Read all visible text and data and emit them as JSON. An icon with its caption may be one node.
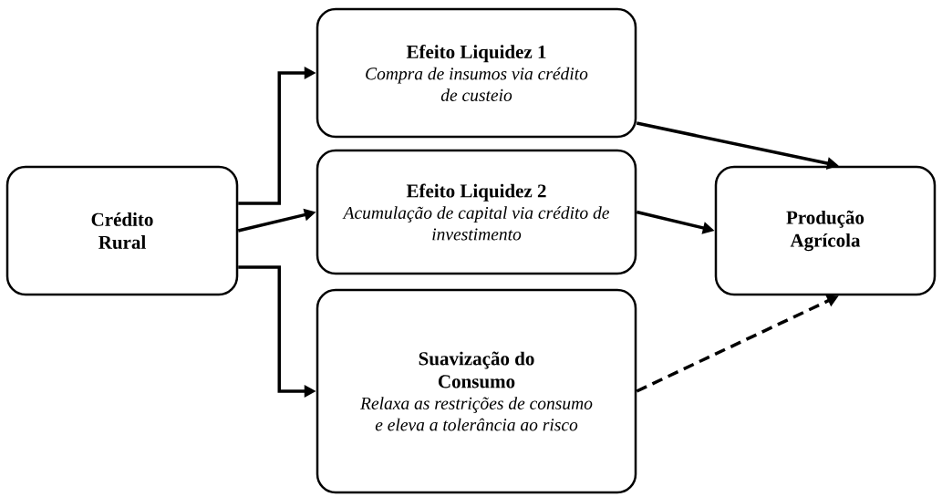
{
  "diagram": {
    "nodes": [
      {
        "text": [
          "Crédito Rural"
        ]
      },
      {
        "text": [
          "Efeito Liquidez 1",
          "Compra de insumos via crédito de custeio"
        ]
      },
      {
        "text": [
          "Efeito Liquidez 2",
          "Acumulação de capital via crédito de investimento"
        ]
      },
      {
        "text": [
          "Suavização do Consumo",
          "Relaxa as restrições de consumo e eleva a tolerância ao risco"
        ]
      },
      {
        "text": [
          "Produção Agrícola"
        ]
      }
    ],
    "edges": [
      {
        "from": 0,
        "to": 1,
        "arrow": "to"
      },
      {
        "from": 0,
        "to": 2,
        "arrow": "to"
      },
      {
        "from": 0,
        "to": 3,
        "arrow": "to"
      },
      {
        "from": 1,
        "to": 4,
        "arrow": "to"
      },
      {
        "from": 2,
        "to": 4,
        "arrow": "to"
      },
      {
        "from": 3,
        "to": 4,
        "arrow": "to",
        "style": "dashed"
      }
    ]
  }
}
